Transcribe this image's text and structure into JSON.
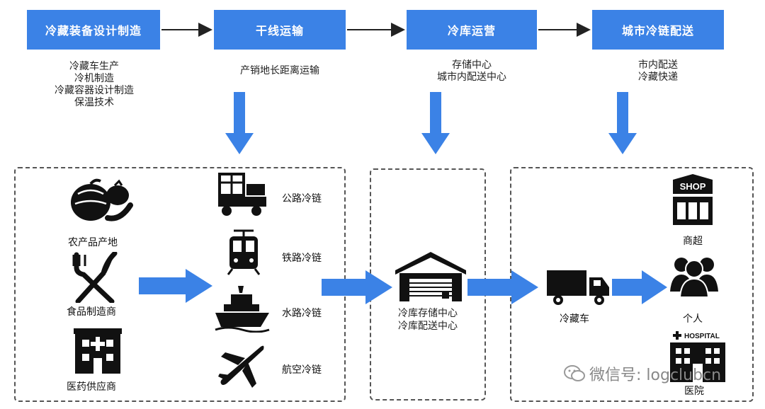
{
  "stages": [
    {
      "title": "冷藏装备设计制造",
      "details": [
        "冷藏车生产",
        "冷机制造",
        "冷藏容器设计制造",
        "保温技术"
      ]
    },
    {
      "title": "干线运输",
      "details": [
        "产销地长距离运输"
      ]
    },
    {
      "title": "冷库运营",
      "details": [
        "存储中心",
        "城市内配送中心"
      ]
    },
    {
      "title": "城市冷链配送",
      "details": [
        "市内配送",
        "冷藏快递"
      ]
    }
  ],
  "sources": [
    "农产品产地",
    "食品制造商",
    "医药供应商"
  ],
  "transport_modes": [
    "公路冷链",
    "铁路冷链",
    "水路冷链",
    "航空冷链"
  ],
  "warehouse": [
    "冷库存储中心",
    "冷库配送中心"
  ],
  "delivery_vehicle": "冷藏车",
  "destinations": [
    "商超",
    "个人",
    "医院"
  ],
  "shop_sign": "SHOP",
  "hospital_sign": "HOSPITAL",
  "watermark": "微信号: logclubcn",
  "colors": {
    "accent": "#3b82e6",
    "ink": "#111111",
    "dash": "#555555"
  }
}
